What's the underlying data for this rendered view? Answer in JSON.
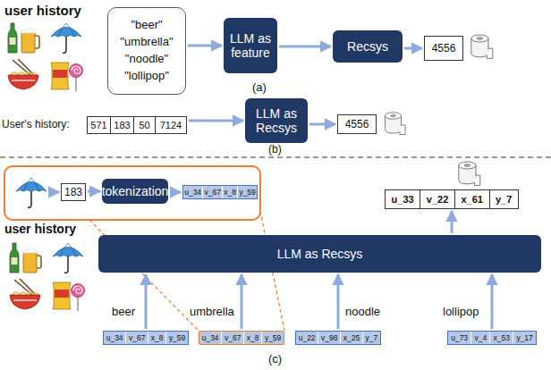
{
  "diagram": {
    "nodes": [
      {
        "text": [
          "\"beer\"",
          "\"umbrella\"",
          "\"noodle\"",
          "\"lollipop\""
        ]
      },
      {
        "text": [
          "LLM as feature"
        ]
      },
      {
        "text": [
          "Recsys"
        ]
      },
      {
        "text": [
          "4556"
        ]
      },
      {
        "text": [
          "571"
        ]
      },
      {
        "text": [
          "183"
        ]
      },
      {
        "text": [
          "50"
        ]
      },
      {
        "text": [
          "7124"
        ]
      },
      {
        "text": [
          "LLM as Recsys"
        ]
      },
      {
        "text": [
          "4556"
        ]
      },
      {
        "text": [
          "183"
        ]
      },
      {
        "text": [
          "tokenization"
        ]
      },
      {
        "text": [
          "u_34",
          "v_67",
          "x_8",
          "y_59"
        ]
      },
      {
        "text": [
          "u_33",
          "v_22",
          "x_61",
          "y_7"
        ]
      },
      {
        "text": [
          "LLM as Recsys"
        ]
      },
      {
        "text": [
          "u_34",
          "v_67",
          "x_8",
          "y_59"
        ]
      },
      {
        "text": [
          "u_34",
          "v_67",
          "x_8",
          "y_59"
        ]
      },
      {
        "text": [
          "u_22",
          "v_98",
          "x_25",
          "y_7"
        ]
      },
      {
        "text": [
          "u_73",
          "v_4",
          "x_53",
          "y_17"
        ]
      }
    ],
    "edges": [
      {
        "from": 0,
        "to": 1,
        "arrow": "to"
      },
      {
        "from": 1,
        "to": 2,
        "arrow": "to"
      },
      {
        "from": 2,
        "to": 3,
        "arrow": "to"
      },
      {
        "from": 7,
        "to": 8,
        "arrow": "to"
      },
      {
        "from": 8,
        "to": 9,
        "arrow": "to"
      },
      {
        "from": 10,
        "to": 11,
        "arrow": "to"
      },
      {
        "from": 11,
        "to": 12,
        "arrow": "to"
      },
      {
        "from": 14,
        "to": 13,
        "arrow": "to"
      },
      {
        "from": 15,
        "to": 14,
        "arrow": "to"
      },
      {
        "from": 16,
        "to": 14,
        "arrow": "to"
      },
      {
        "from": 17,
        "to": 14,
        "arrow": "to"
      },
      {
        "from": 18,
        "to": 14,
        "arrow": "to"
      }
    ],
    "labels": [
      "user history",
      "(a)",
      "User's history:",
      "(b)",
      "user history",
      "beer",
      "umbrella",
      "noodle",
      "lollipop",
      "(c)"
    ]
  }
}
